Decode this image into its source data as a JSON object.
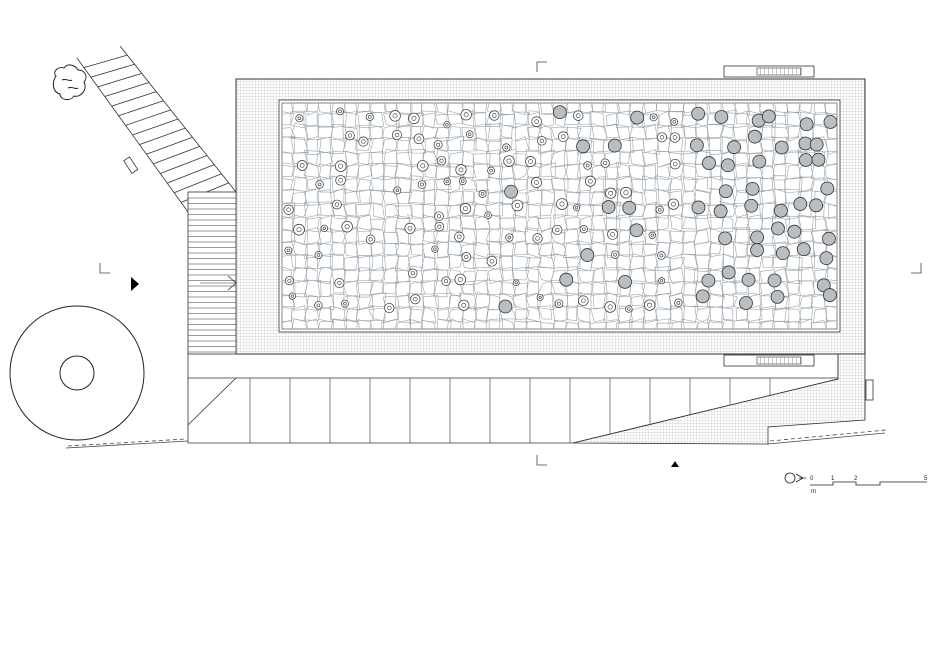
{
  "drawing": {
    "kind": "architectural site plan",
    "line_color": "#333333",
    "hatch_color": "#9aa3aa",
    "large_circle_fill": "#b9bec2",
    "entrance_marker": "triangle-right",
    "section_marker": "triangle-up",
    "north_icon": "north-arrow-icon"
  },
  "scale_bar": {
    "ticks": [
      "0",
      "1",
      "2",
      "5"
    ],
    "unit": "m"
  }
}
